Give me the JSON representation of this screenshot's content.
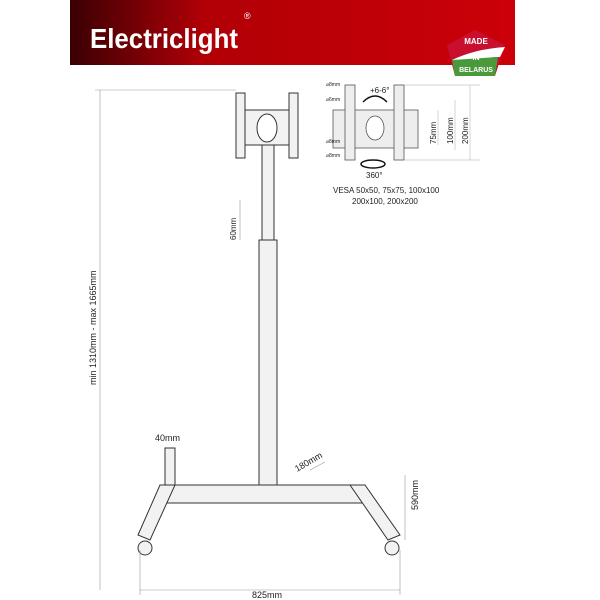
{
  "brand": {
    "logo_text": "Electriclight",
    "registered": "®",
    "banner_color": "#cc0008",
    "banner_dark": "#3a0004"
  },
  "badge": {
    "line1": "MADE",
    "line2": "IN",
    "line3": "BELARUS",
    "colors": {
      "red": "#c8102e",
      "green": "#4a9a3c"
    }
  },
  "mount_detail": {
    "holes": [
      "⌀8mm",
      "⌀6mm",
      "⌀8mm",
      "⌀8mm"
    ],
    "tilt": "+6-6°",
    "rotation": "360°",
    "dims": [
      "75mm",
      "100mm",
      "200mm"
    ],
    "vesa_line1": "VESA 50x50, 75x75, 100x100",
    "vesa_line2": "200x100, 200x200"
  },
  "dimensions": {
    "height": "min 1310mm - max 1665mm",
    "step": "60mm",
    "post": "40mm",
    "pole": "180mm",
    "depth": "590mm",
    "width": "825mm"
  }
}
